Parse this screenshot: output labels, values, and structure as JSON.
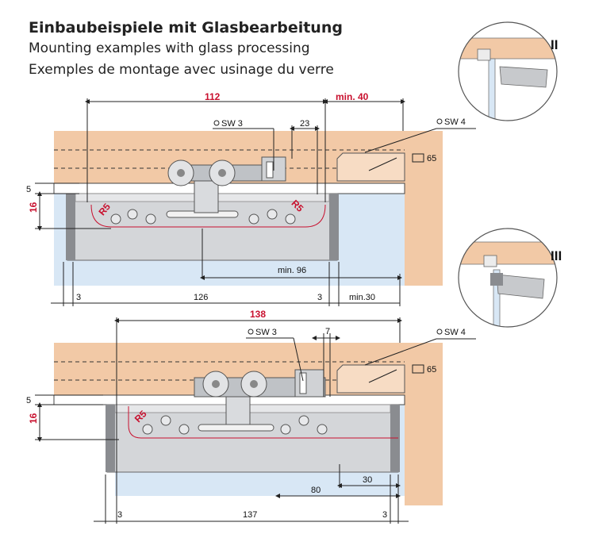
{
  "title": {
    "de": "Einbaubeispiele mit Glasbearbeitung",
    "en": "Mounting examples with glass processing",
    "fr": "Exemples de montage avec usinage du verre"
  },
  "colors": {
    "wood": "#f2c9a6",
    "glass": "#d8e7f5",
    "metal": "#cfd1d4",
    "dark_metal": "#8a8c90",
    "red": "#c8102e",
    "line": "#222222"
  },
  "top": {
    "dim_112": "112",
    "dim_min40": "min. 40",
    "sw3": "SW 3",
    "dim_23": "23",
    "sw4": "SW 4",
    "ref65": "65",
    "dim_5": "5",
    "dim_16": "16",
    "r5_left": "R5",
    "r5_right": "R5",
    "min96": "min. 96",
    "dim_3_left": "3",
    "dim_126": "126",
    "dim_3_right": "3",
    "min30": "min.30"
  },
  "bottom": {
    "dim_138": "138",
    "sw3": "SW 3",
    "dim_7": "7",
    "sw4": "SW 4",
    "ref65": "65",
    "dim_5": "5",
    "dim_16": "16",
    "r5": "R5",
    "dim_30": "30",
    "dim_80": "80",
    "dim_3_left": "3",
    "dim_137": "137",
    "dim_3_right": "3"
  },
  "details": {
    "label_ii": "II",
    "label_iii": "III"
  }
}
